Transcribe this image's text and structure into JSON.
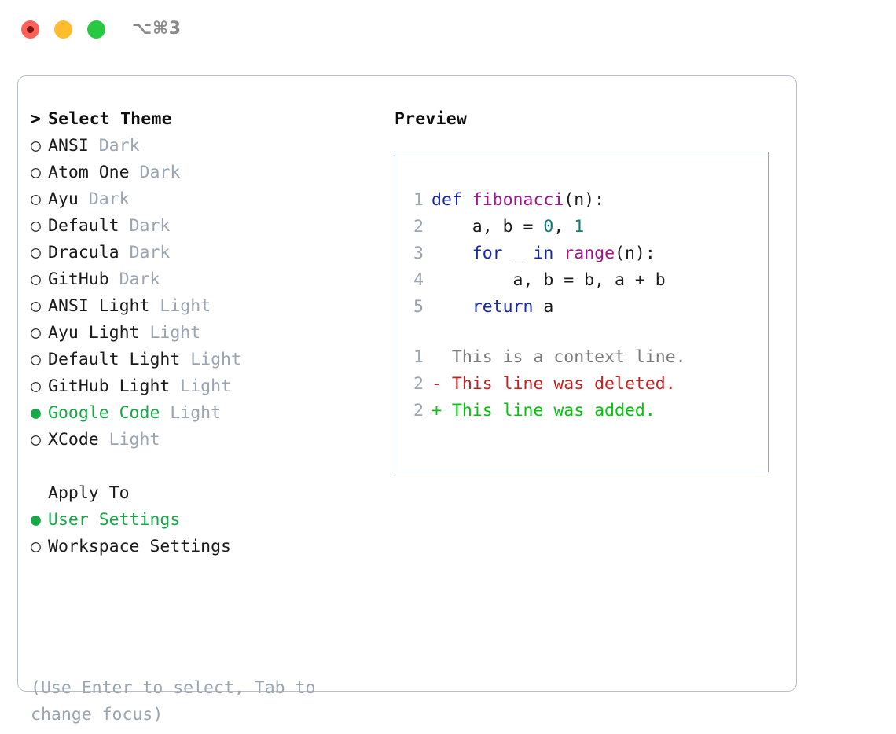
{
  "titlebar": {
    "shortcut": "⌥⌘3",
    "buttons": [
      {
        "name": "close",
        "color": "#ff6058"
      },
      {
        "name": "minimize",
        "color": "#ffbd2e"
      },
      {
        "name": "maximize",
        "color": "#28c840"
      }
    ]
  },
  "colors": {
    "accent_green": "#17a848",
    "muted_gray": "#9aa5b1",
    "panel_border": "#b6bfca",
    "code_border": "#9aa8b6",
    "keyword_blue": "#1427a8",
    "function_magenta": "#a3148c",
    "number_teal": "#0f7a72",
    "diff_deleted_red": "#c32020",
    "diff_added_green": "#00c60a"
  },
  "theme_picker": {
    "header": "Select Theme",
    "header_marker": ">",
    "items": [
      {
        "marker": "○",
        "name": "ANSI",
        "variant": "Dark",
        "selected": false
      },
      {
        "marker": "○",
        "name": "Atom One",
        "variant": "Dark",
        "selected": false
      },
      {
        "marker": "○",
        "name": "Ayu",
        "variant": "Dark",
        "selected": false
      },
      {
        "marker": "○",
        "name": "Default",
        "variant": "Dark",
        "selected": false
      },
      {
        "marker": "○",
        "name": "Dracula",
        "variant": "Dark",
        "selected": false
      },
      {
        "marker": "○",
        "name": "GitHub",
        "variant": "Dark",
        "selected": false
      },
      {
        "marker": "○",
        "name": "ANSI Light",
        "variant": "Light",
        "selected": false
      },
      {
        "marker": "○",
        "name": "Ayu Light",
        "variant": "Light",
        "selected": false
      },
      {
        "marker": "○",
        "name": "Default Light",
        "variant": "Light",
        "selected": false
      },
      {
        "marker": "○",
        "name": "GitHub Light",
        "variant": "Light",
        "selected": false
      },
      {
        "marker": "●",
        "name": "Google Code",
        "variant": "Light",
        "selected": true
      },
      {
        "marker": "○",
        "name": "XCode",
        "variant": "Light",
        "selected": false
      }
    ]
  },
  "apply_to": {
    "header": "Apply To",
    "items": [
      {
        "marker": "●",
        "name": "User Settings",
        "selected": true
      },
      {
        "marker": "○",
        "name": "Workspace Settings",
        "selected": false
      }
    ]
  },
  "hint": "(Use Enter to select, Tab to change focus)",
  "preview": {
    "title": "Preview",
    "code_lines": [
      {
        "no": "1",
        "tokens": [
          {
            "t": "def ",
            "c": "kw"
          },
          {
            "t": "fibonacci",
            "c": "fn"
          },
          {
            "t": "(n):",
            "c": "txt"
          }
        ]
      },
      {
        "no": "2",
        "tokens": [
          {
            "t": "    a, b = ",
            "c": "txt"
          },
          {
            "t": "0",
            "c": "num"
          },
          {
            "t": ", ",
            "c": "txt"
          },
          {
            "t": "1",
            "c": "num"
          }
        ]
      },
      {
        "no": "3",
        "tokens": [
          {
            "t": "    ",
            "c": "txt"
          },
          {
            "t": "for",
            "c": "kw"
          },
          {
            "t": " _ ",
            "c": "txt"
          },
          {
            "t": "in",
            "c": "kw"
          },
          {
            "t": " ",
            "c": "txt"
          },
          {
            "t": "range",
            "c": "fn"
          },
          {
            "t": "(n):",
            "c": "txt"
          }
        ]
      },
      {
        "no": "4",
        "tokens": [
          {
            "t": "        a, b = b, a + b",
            "c": "txt"
          }
        ]
      },
      {
        "no": "5",
        "tokens": [
          {
            "t": "    ",
            "c": "txt"
          },
          {
            "t": "return",
            "c": "kw"
          },
          {
            "t": " a",
            "c": "txt"
          }
        ]
      }
    ],
    "diff_lines": [
      {
        "no": "1",
        "prefix": "  ",
        "text": "This is a context line.",
        "kind": "ctx"
      },
      {
        "no": "2",
        "prefix": "- ",
        "text": "This line was deleted.",
        "kind": "del"
      },
      {
        "no": "2",
        "prefix": "+ ",
        "text": "This line was added.",
        "kind": "add"
      }
    ]
  }
}
